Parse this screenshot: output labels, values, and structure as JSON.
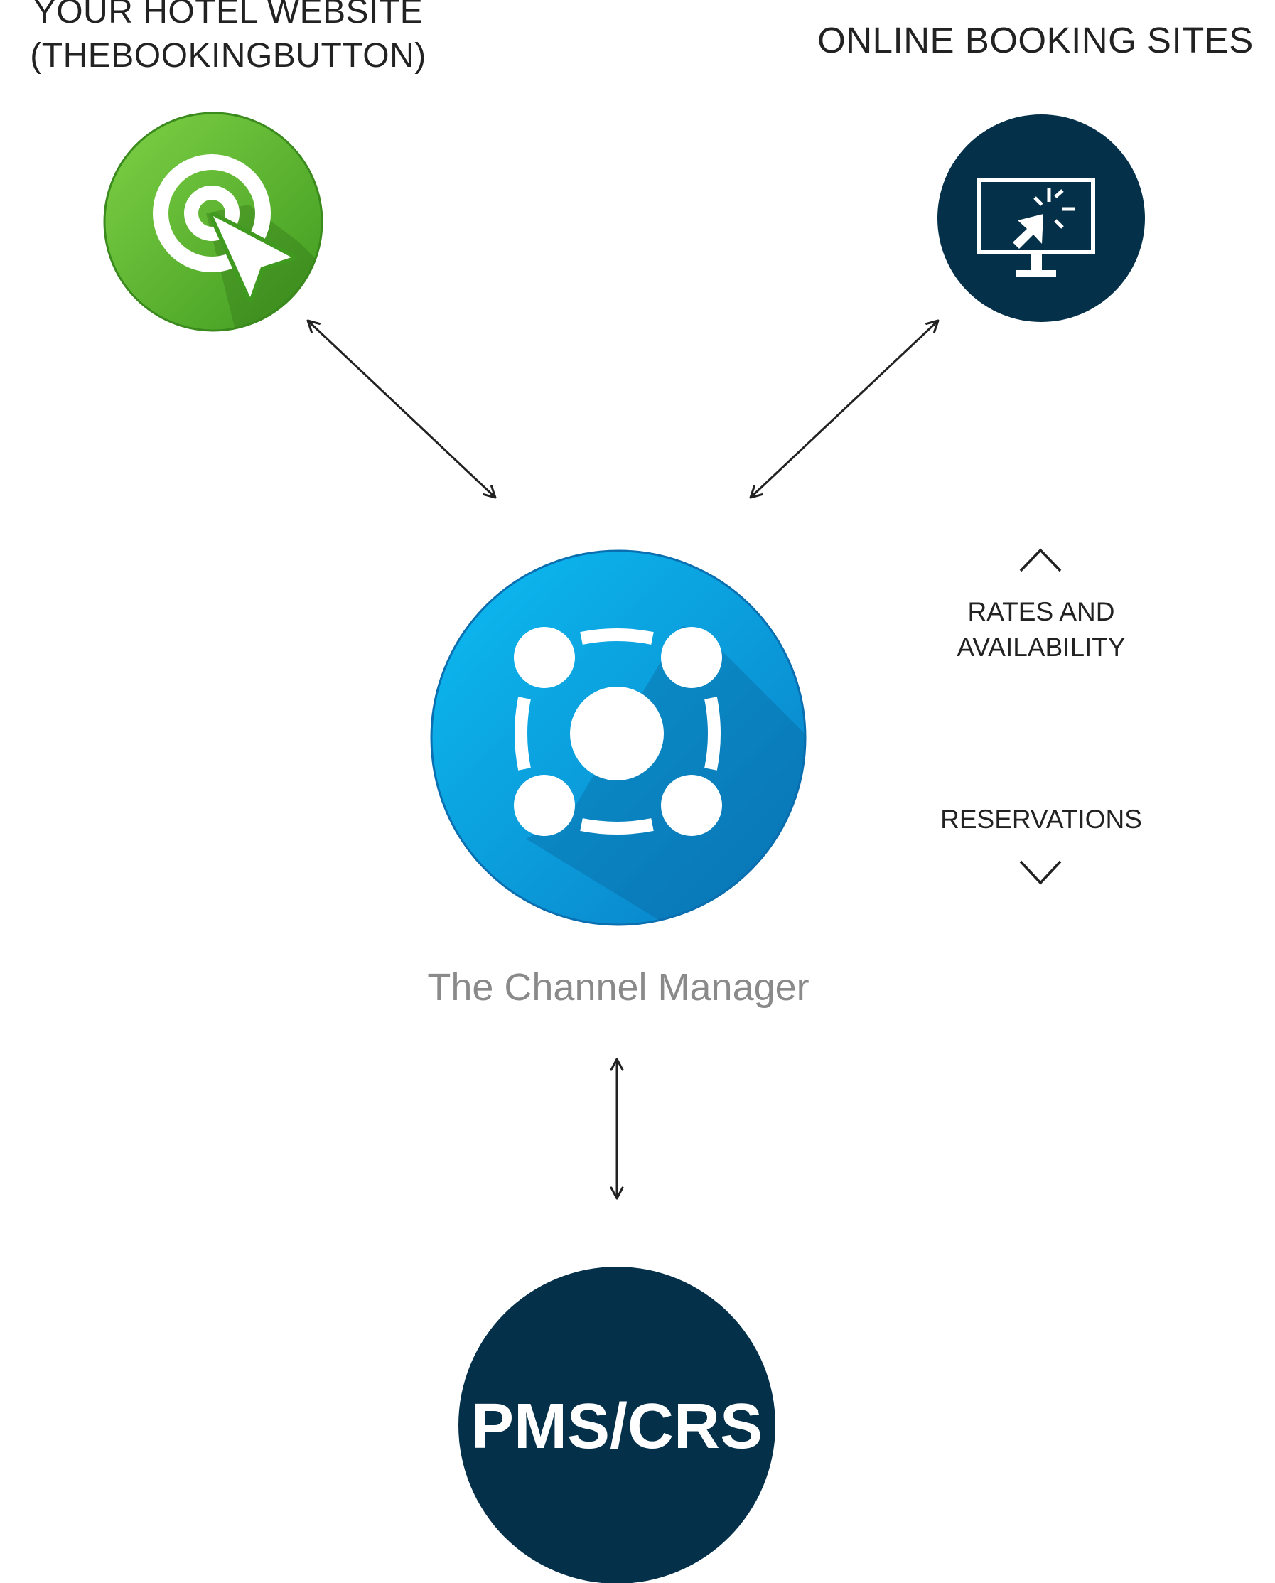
{
  "nodes": {
    "hotel_website": {
      "label_line1": "YOUR HOTEL WEBSITE",
      "label_line2": "(THEBOOKINGBUTTON)",
      "icon": "target-cursor-icon",
      "color": "#5bb52d"
    },
    "booking_sites": {
      "label": "ONLINE BOOKING SITES",
      "icon": "monitor-click-icon",
      "color": "#04304a"
    },
    "channel_manager": {
      "label": "The Channel Manager",
      "icon": "channel-hub-icon",
      "color": "#0a8fd6"
    },
    "pms_crs": {
      "label": "PMS/CRS",
      "color": "#04304a"
    }
  },
  "flows": {
    "up_label_line1": "RATES AND",
    "up_label_line2": "AVAILABILITY",
    "down_label": "RESERVATIONS"
  },
  "connectors": [
    {
      "from": "hotel_website",
      "to": "channel_manager",
      "direction": "bidirectional"
    },
    {
      "from": "booking_sites",
      "to": "channel_manager",
      "direction": "bidirectional"
    },
    {
      "from": "channel_manager",
      "to": "pms_crs",
      "direction": "bidirectional"
    }
  ]
}
